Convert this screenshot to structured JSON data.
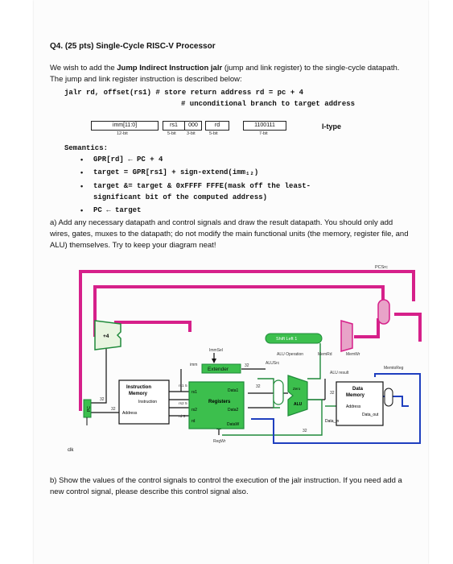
{
  "question": {
    "title": "Q4. (25 pts) Single-Cycle RISC-V Processor",
    "intro_pre": "We wish to add the ",
    "intro_bold": "Jump Indirect Instruction jalr",
    "intro_post": " (jump and link register) to the single-cycle datapath. The jump and link register instruction is described below:"
  },
  "code": {
    "line1": "jalr rd, offset(rs1) # store return address rd = pc + 4",
    "line2": "# unconditional branch to target address"
  },
  "format": {
    "fields": [
      {
        "label": "imm[11:0]",
        "bits": "12-bit"
      },
      {
        "label": "rs1",
        "bits": "5-bit"
      },
      {
        "label": "000",
        "bits": "3-bit"
      },
      {
        "label": "rd",
        "bits": "5-bit"
      },
      {
        "label": "1100111",
        "bits": "7-bit"
      }
    ],
    "type": "I-type"
  },
  "semantics": {
    "title": "Semantics:",
    "bullet": "•",
    "items": [
      "GPR[rd] ← PC + 4",
      "target = GPR[rs1] + sign-extend(imm₁₂)",
      "target &= target & 0xFFFF FFFE(mask off the least-",
      "significant bit of the computed address)",
      "PC ← target"
    ]
  },
  "part_a": "a) Add any necessary datapath and control signals and draw the result datapath. You should only add wires, gates, muxes to the datapath; do not modify the main functional units (the memory, register file, and ALU) themselves. Try to keep your diagram neat!",
  "part_b": "b) Show the values of the control signals to control the execution of the jalr instruction. If you need add a new control signal, please describe this control signal also.",
  "diagram": {
    "pcsrc": "PCSrc",
    "plus4": "+4",
    "shift_left": "Shift Left 1",
    "immsel": "ImmSel",
    "alu_operation": "ALU Operation",
    "memrd": "MemRd",
    "memwr": "MemWr",
    "memtoreg": "MemtoReg",
    "alusrc": "ALUSrc",
    "imm": "imm",
    "extender": "Extender",
    "n32a": "32",
    "n32b": "32",
    "n32c": "32",
    "n32d": "32",
    "n32e": "32",
    "n32f": "32",
    "alu_result": "ALU result",
    "instr_mem_1": "Instruction",
    "instr_mem_2": "Memory",
    "instruction": "Instruction",
    "address": "Address",
    "rs1_5": "rs1 5",
    "rs1": "rs1",
    "rs2_5": "rs2 5",
    "rs2": "rs2",
    "rd_5": "rd 5",
    "rd": "rd",
    "data1": "Data1",
    "data2": "Data2",
    "registers": "Registers",
    "dataw": "DataW",
    "regwr": "RegWr",
    "zero": "Zero",
    "alu": "ALU",
    "data_mem_1": "Data",
    "data_mem_2": "Memory",
    "dm_address": "Address",
    "data_out": "Data_out",
    "data_in": "Data_in",
    "pc": "PC",
    "clk": "clk"
  }
}
